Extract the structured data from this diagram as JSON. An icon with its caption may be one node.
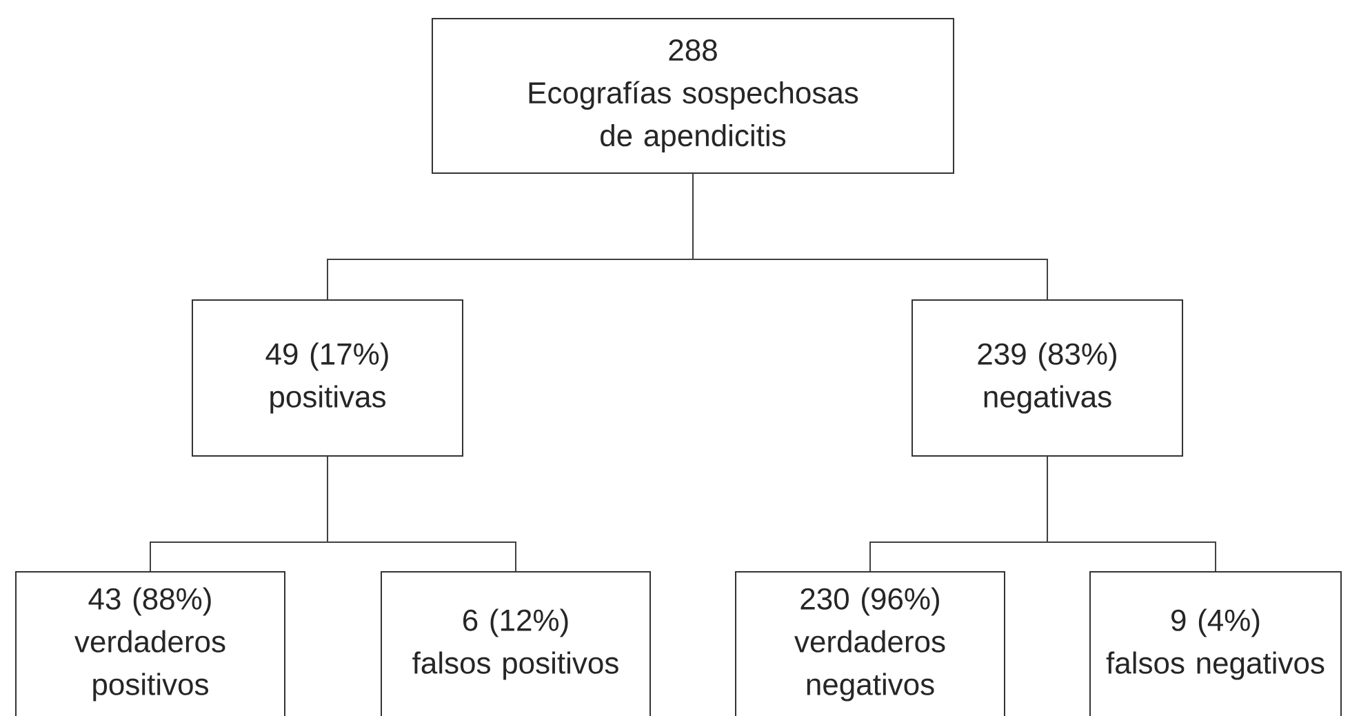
{
  "diagram": {
    "nodes": [
      {
        "text": [
          "288",
          "Ecografías sospechosas de apendicitis"
        ]
      },
      {
        "text": [
          "49 (17%)",
          "positivas"
        ]
      },
      {
        "text": [
          "239 (83%)",
          "negativas"
        ]
      },
      {
        "text": [
          "43 (88%)",
          "verdaderos positivos"
        ]
      },
      {
        "text": [
          "6 (12%)",
          "falsos positivos"
        ]
      },
      {
        "text": [
          "230 (96%)",
          "verdaderos negativos"
        ]
      },
      {
        "text": [
          "9 (4%)",
          "falsos negativos"
        ]
      }
    ],
    "edges": [
      {
        "from": 0,
        "to": 1,
        "arrow": "none"
      },
      {
        "from": 0,
        "to": 2,
        "arrow": "none"
      },
      {
        "from": 1,
        "to": 3,
        "arrow": "none"
      },
      {
        "from": 1,
        "to": 4,
        "arrow": "none"
      },
      {
        "from": 2,
        "to": 5,
        "arrow": "none"
      },
      {
        "from": 2,
        "to": 6,
        "arrow": "none"
      }
    ]
  }
}
